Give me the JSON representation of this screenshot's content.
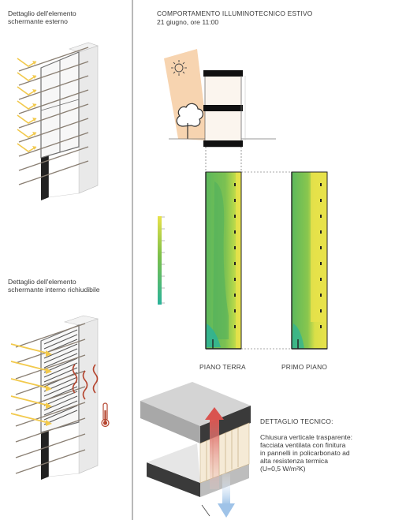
{
  "left_panel": {
    "detail_external_title": "Dettaglio dell'elemento\nschermante esterno",
    "detail_internal_title": "Dettaglio dell'elemento\nschermante interno richiudibile"
  },
  "right_panel": {
    "heading": "COMPORTAMENTO ILLUMINOTECNICO ESTIVO",
    "date": "21 giugno, ore 11:00",
    "map_labels": [
      "PIANO TERRA",
      "PRIMO PIANO"
    ],
    "tech_title": "DETTAGLIO TECNICO:",
    "tech_text": "Chiusura verticale trasparente:\nfacciata ventilata con finitura\nin pannelli in policarbonato ad\nalta resistenza termica\n(U=0,5 W/m²K)"
  },
  "colors": {
    "sun_arrow": "#f2c94c",
    "heat_wave": "#b5452f",
    "illuminance_high": "#e8e24a",
    "illuminance_mid": "#7cbf4a",
    "illuminance_low": "#2bb39a",
    "airflow_warm": "#d9534f",
    "airflow_cool": "#9fc3e8"
  },
  "icons": [
    "sun-icon",
    "tree-icon",
    "thermometer-icon",
    "heat-wave-icon"
  ]
}
